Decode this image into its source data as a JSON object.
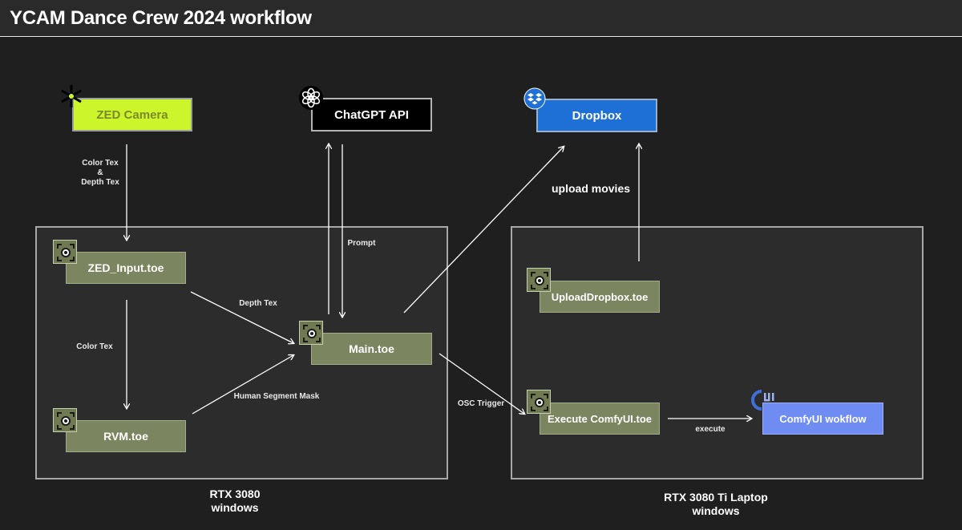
{
  "title": "YCAM Dance Crew 2024 workflow",
  "groups": {
    "left_label": "RTX 3080\nwindows",
    "right_label": "RTX 3080 Ti Laptop\nwindows"
  },
  "nodes": {
    "zed_camera": "ZED Camera",
    "chatgpt": "ChatGPT API",
    "dropbox": "Dropbox",
    "zed_input": "ZED_Input.toe",
    "rvm": "RVM.toe",
    "main": "Main.toe",
    "upload_dropbox": "UploadDropbox.toe",
    "execute_comfy": "Execute ComfyUI.toe",
    "comfy_workflow": "ComfyUI wokflow"
  },
  "edges": {
    "color_depth_tex": "Color Tex\n&\nDepth Tex",
    "color_tex": "Color Tex",
    "depth_tex": "Depth Tex",
    "human_segment_mask": "Human Segment Mask",
    "prompt": "Prompt",
    "upload_movies": "upload movies",
    "osc_trigger": "OSC Trigger",
    "execute": "execute"
  },
  "icons": {
    "zed": "zed-asterisk-icon",
    "openai": "openai-logo-icon",
    "dropbox": "dropbox-logo-icon",
    "touchdesigner": "touchdesigner-icon",
    "comfyui": "comfyui-logo-icon"
  },
  "colors": {
    "zed_camera": "#cdf52b",
    "dropbox": "#1f70d6",
    "chatgpt": "#000000",
    "toe_node": "#7b8560",
    "comfy_workflow": "#6f8cf2"
  }
}
